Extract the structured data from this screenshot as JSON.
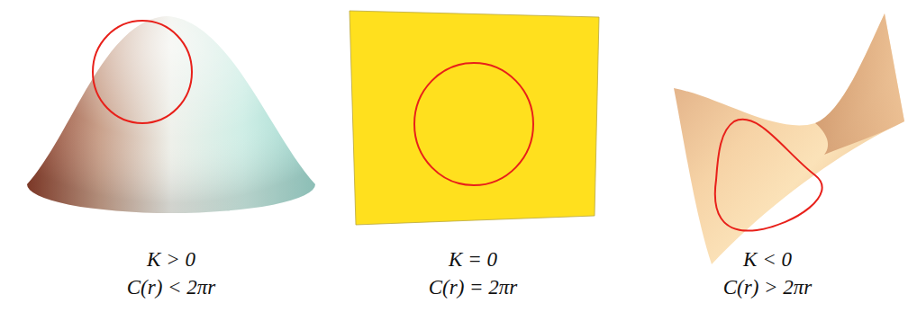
{
  "diagram": {
    "labels": [
      "K > 0",
      "C(r) < 2πr",
      "K = 0",
      "C(r) = 2πr",
      "K < 0",
      "C(r) > 2πr"
    ]
  }
}
